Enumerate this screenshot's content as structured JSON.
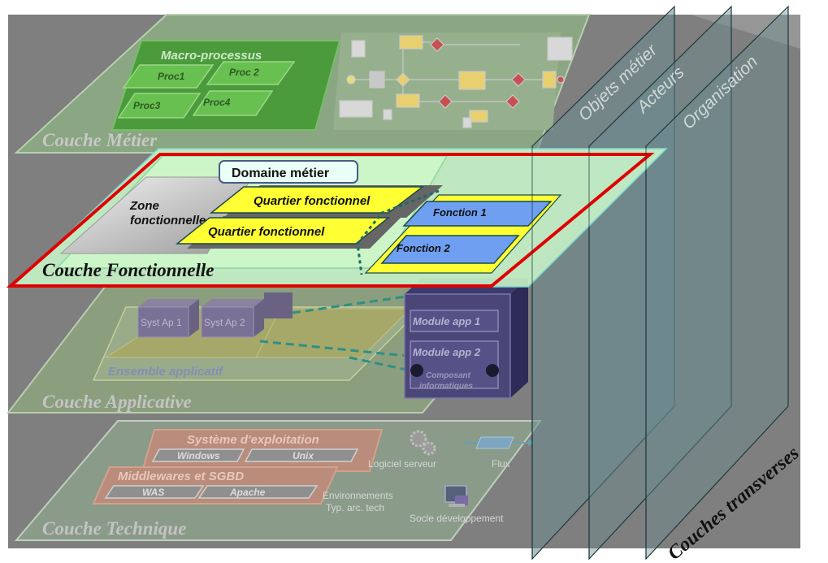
{
  "metier": {
    "layer_title": "Couche Métier",
    "macro_title": "Macro-processus",
    "procs": [
      "Proc1",
      "Proc 2",
      "Proc3",
      "Proc4"
    ]
  },
  "fonctionnelle": {
    "layer_title": "Couche Fonctionnelle",
    "domain": "Domaine métier",
    "zone_line1": "Zone",
    "zone_line2": "fonctionnelle",
    "quartier1": "Quartier fonctionnel",
    "quartier2": "Quartier fonctionnel",
    "fonction1": "Fonction 1",
    "fonction2": "Fonction 2"
  },
  "applicative": {
    "layer_title": "Couche Applicative",
    "syst1": "Syst Ap 1",
    "syst2": "Syst Ap 2",
    "ensemble": "Ensemble applicatif",
    "module1": "Module app 1",
    "module2": "Module app 2",
    "composant_line1": "Composant",
    "composant_line2": "informatiques"
  },
  "technique": {
    "layer_title": "Couche Technique",
    "os_title": "Système d'exploitation",
    "os_items": [
      "Windows",
      "Unix"
    ],
    "mw_title": "Middlewares et SGBD",
    "mw_items": [
      "WAS",
      "Apache"
    ],
    "logiciel": "Logiciel serveur",
    "flux": "Flux",
    "env_line1": "Environnements",
    "env_line2": "Typ. arc. tech",
    "socle": "Socle développement"
  },
  "transverses": {
    "planes": [
      "Objets métier",
      "Acteurs",
      "Organisation"
    ],
    "title": "Couches transverses"
  },
  "colors": {
    "highlight_border": "#e00000",
    "metier_plane": "#8fae8a",
    "fonction_plane": "#ccf5c9",
    "quartier_fill": "#ffff33",
    "fonction_fill": "#6f9ff0",
    "transverse_plane": "#6f8f95"
  }
}
